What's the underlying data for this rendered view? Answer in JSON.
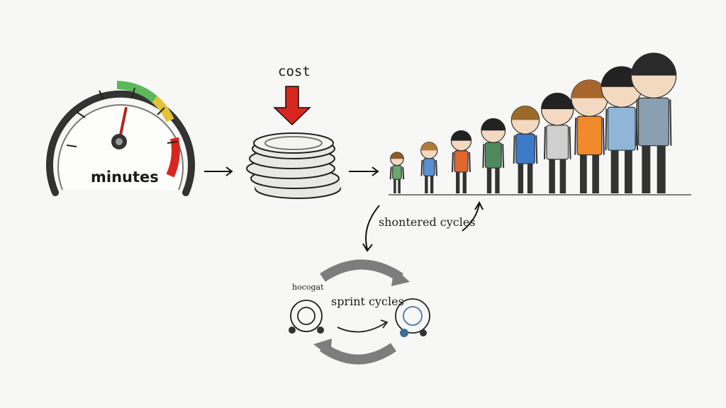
{
  "gauge": {
    "label": "minutes",
    "needle_fraction": 0.55
  },
  "coins": {
    "label": "cost",
    "arrow_color": "#d7261e"
  },
  "team": {
    "members": [
      {
        "shirt": "#6aa86a",
        "hair": "#8a5a2b"
      },
      {
        "shirt": "#5b8fd6",
        "hair": "#b07a3a"
      },
      {
        "shirt": "#e0672e",
        "hair": "#222222"
      },
      {
        "shirt": "#4f8a5f",
        "hair": "#222222"
      },
      {
        "shirt": "#3d7bc9",
        "hair": "#9a6a2a"
      },
      {
        "shirt": "#cfcfcf",
        "hair": "#222222"
      },
      {
        "shirt": "#f08a2a",
        "hair": "#a8662e"
      },
      {
        "shirt": "#8fb5d8",
        "hair": "#222222"
      },
      {
        "shirt": "#8aa0b0",
        "hair": "#2a2a2a"
      }
    ]
  },
  "cycles": {
    "shortened_label": "shontered cycles",
    "sprint_label": "sprint cycles",
    "small_label": "hocogat"
  },
  "colors": {
    "green": "#5bb85b",
    "yellow": "#e2c23a",
    "red": "#d7261e",
    "ink": "#1a1a1a"
  }
}
